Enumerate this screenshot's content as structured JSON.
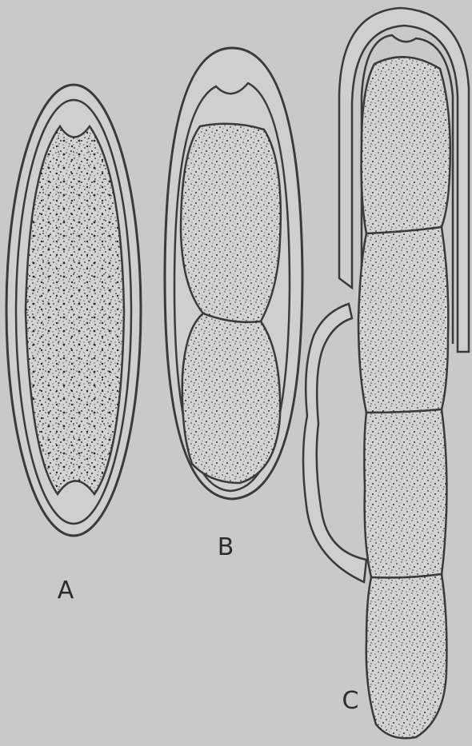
{
  "figure": {
    "labels": {
      "a": "A",
      "b": "B",
      "c": "C"
    },
    "colors": {
      "background": "#c9c9c9",
      "cell_fill": "#d2d2d2",
      "line": "#3a3a3a",
      "stipple": "#2e2e2e"
    }
  }
}
